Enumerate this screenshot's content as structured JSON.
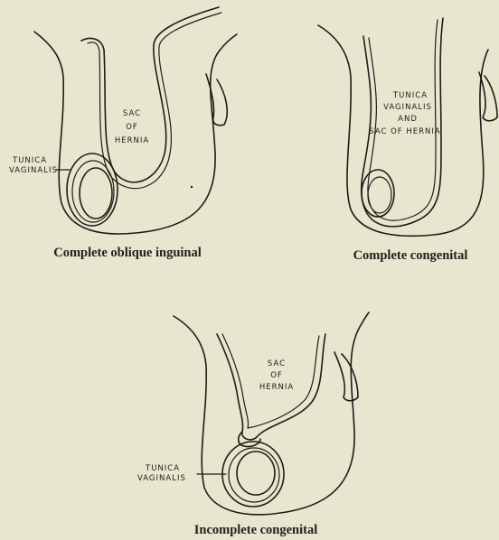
{
  "diagrams": [
    {
      "caption": "Complete oblique inguinal",
      "labels": [
        "SAC",
        "OF",
        "HERNIA",
        "TUNICA",
        "VAGINALIS"
      ]
    },
    {
      "caption": "Complete congenital",
      "labels": [
        "TUNICA",
        "VAGINALIS",
        "AND",
        "SAC OF HERNIA"
      ]
    },
    {
      "caption": "Incomplete congenital",
      "labels": [
        "SAC",
        "OF",
        "HERNIA",
        "TUNICA",
        "VAGINALIS"
      ]
    }
  ],
  "colors": {
    "paper": "#e9e6cf",
    "ink": "#1e1c18"
  }
}
